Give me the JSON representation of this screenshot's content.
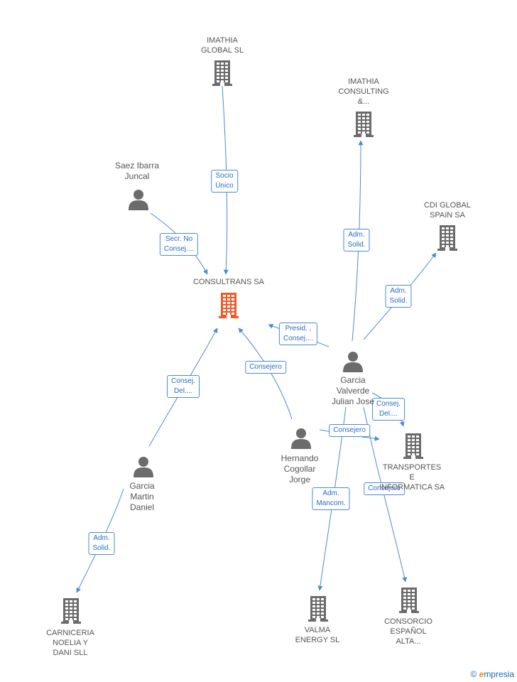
{
  "colors": {
    "edge": "#4a8ad8",
    "building": "#6b6b6b",
    "building_highlight": "#f05a28",
    "person": "#6b6b6b"
  },
  "nodes": [
    {
      "id": "consultrans",
      "type": "company",
      "highlight": true,
      "label": [
        "CONSULTRANS SA"
      ]
    },
    {
      "id": "imathia_global",
      "type": "company",
      "label": [
        "IMATHIA",
        "GLOBAL SL"
      ]
    },
    {
      "id": "imathia_consulting",
      "type": "company",
      "label": [
        "IMATHIA",
        "CONSULTING",
        "&..."
      ]
    },
    {
      "id": "cdi_global",
      "type": "company",
      "label": [
        "CDI GLOBAL",
        "SPAIN SA"
      ]
    },
    {
      "id": "saez",
      "type": "person",
      "label": [
        "Saez Ibarra",
        "Juncal"
      ]
    },
    {
      "id": "garcia_valverde",
      "type": "person",
      "label": [
        "Garcia",
        "Valverde",
        "Julian Jose"
      ]
    },
    {
      "id": "hernando",
      "type": "person",
      "label": [
        "Hernando",
        "Cogollar",
        "Jorge"
      ]
    },
    {
      "id": "garcia_martin",
      "type": "person",
      "label": [
        "Garcia",
        "Martin",
        "Daniel"
      ]
    },
    {
      "id": "transportes",
      "type": "company",
      "label": [
        "TRANSPORTES",
        "E",
        "INFORMATICA SA"
      ]
    },
    {
      "id": "carniceria",
      "type": "company",
      "label": [
        "CARNICERIA",
        "NOELIA Y",
        "DANI SLL"
      ]
    },
    {
      "id": "valma",
      "type": "company",
      "label": [
        "VALMA",
        "ENERGY SL"
      ]
    },
    {
      "id": "consorcio",
      "type": "company",
      "label": [
        "CONSORCIO",
        "ESPAÑOL",
        "ALTA..."
      ]
    }
  ],
  "edges": [
    {
      "from": "imathia_global",
      "to": "consultrans",
      "label": [
        "Socio",
        "Único"
      ]
    },
    {
      "from": "saez",
      "to": "consultrans",
      "label": [
        "Secr. No",
        "Consej...."
      ]
    },
    {
      "from": "garcia_valverde",
      "to": "consultrans",
      "label": [
        "Presid. ,",
        "Consej...."
      ]
    },
    {
      "from": "hernando",
      "to": "consultrans",
      "label": [
        "Consejero"
      ]
    },
    {
      "from": "garcia_martin",
      "to": "consultrans",
      "label": [
        "Consej.",
        "Del...."
      ]
    },
    {
      "from": "garcia_valverde",
      "to": "imathia_consulting",
      "label": [
        "Adm.",
        "Solid."
      ]
    },
    {
      "from": "garcia_valverde",
      "to": "cdi_global",
      "label": [
        "Adm.",
        "Solid."
      ]
    },
    {
      "from": "garcia_valverde",
      "to": "transportes",
      "label": [
        "Consej.",
        "Del...."
      ]
    },
    {
      "from": "hernando",
      "to": "transportes",
      "label": [
        "Consejero"
      ]
    },
    {
      "from": "garcia_valverde",
      "to": "valma",
      "label": [
        "Adm.",
        "Mancom."
      ]
    },
    {
      "from": "garcia_valverde",
      "to": "consorcio",
      "label": [
        "Consejero"
      ]
    },
    {
      "from": "garcia_martin",
      "to": "carniceria",
      "label": [
        "Adm.",
        "Solid."
      ]
    }
  ],
  "brand": {
    "copyright": "©",
    "initial": "e",
    "name": "mpresia"
  }
}
